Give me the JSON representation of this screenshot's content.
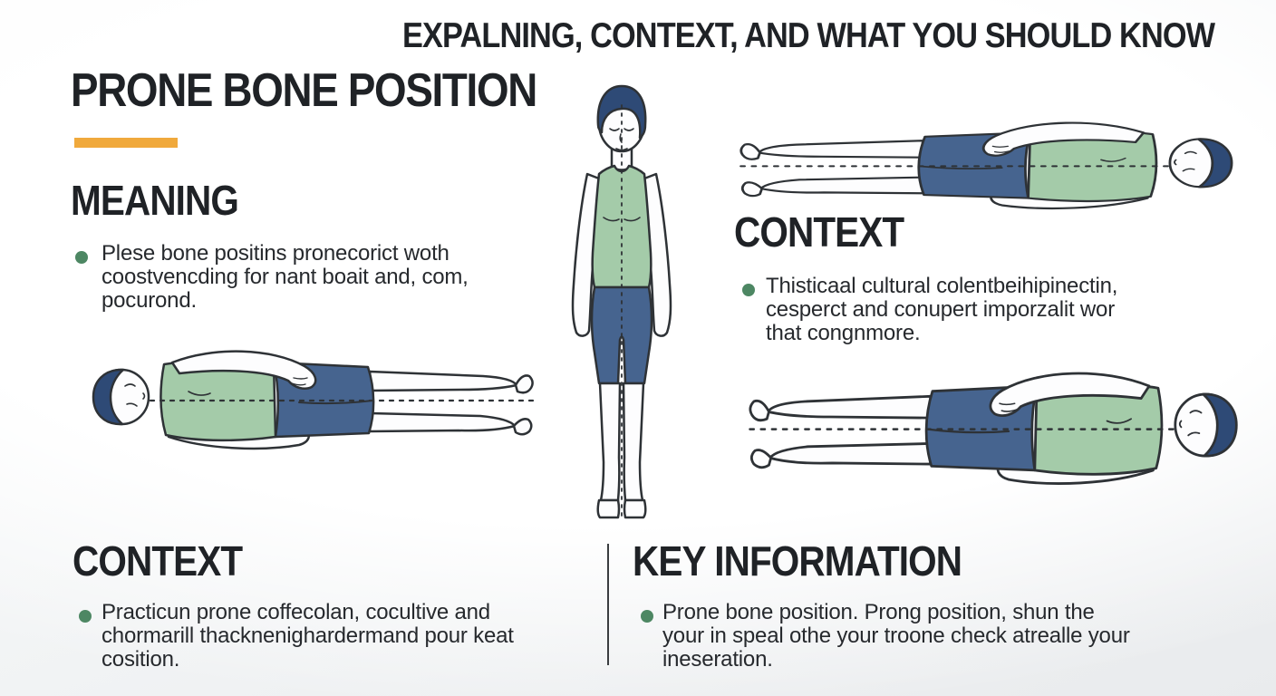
{
  "header": {
    "title": "EXPALNING, CONTEXT, AND WHAT YOU SHOULD KNOW",
    "main_title": "PRONE BONE POSITION"
  },
  "sections": {
    "meaning": {
      "heading": "MEANING",
      "lines": [
        "Plese bone positins pronecorict woth",
        "coostvencding for nant boait and, com,",
        "pocurond."
      ]
    },
    "context_right": {
      "heading": "CONTEXT",
      "lines": [
        "Thisticaal cultural colentbeihipinectin,",
        "cesperct and conupert imporzalit wor",
        "that congnmore."
      ]
    },
    "context_bottom": {
      "heading": "CONTEXT",
      "lines": [
        "Practicun prone coffecolan, cocultive and",
        "chormarill thacknenighardermand pour keat",
        "cosition."
      ]
    },
    "key_information": {
      "heading": "KEY INFORMATION",
      "lines": [
        "Prone bone position. Prong position, shun the",
        "your in speal othe your troone check atrealle your",
        "ineseration."
      ]
    }
  },
  "figures": {
    "standing": "standing-figure-front-view",
    "lying_left": "lying-figure-head-left",
    "lying_top_right": "lying-figure-head-right",
    "lying_bottom_right": "lying-figure-head-right-arm-bent"
  },
  "colors": {
    "accent": "#f0a93c",
    "bullet": "#4d8763",
    "tank": "#a4cba9",
    "shorts": "#46648f",
    "hair": "#2e4a76",
    "ink": "#1f2226"
  }
}
